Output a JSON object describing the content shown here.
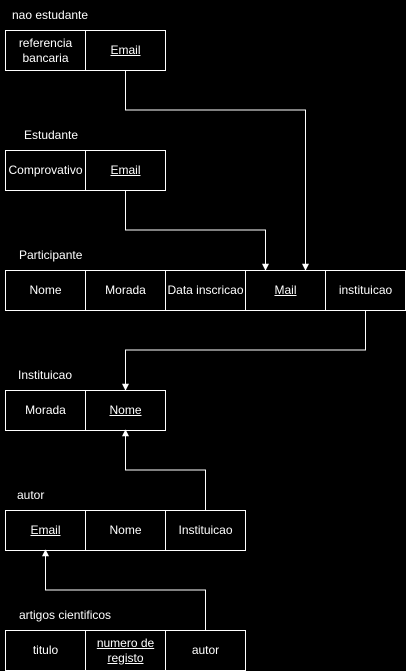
{
  "tables": {
    "nao_estudante": {
      "name": "nao estudante",
      "col1": "referencia bancaria",
      "col2": "Email"
    },
    "estudante": {
      "name": "Estudante",
      "col1": "Comprovativo",
      "col2": "Email"
    },
    "participante": {
      "name": "Participante",
      "col1": "Nome",
      "col2": "Morada",
      "col3": "Data inscricao",
      "col4": "Mail",
      "col5": "instituicao"
    },
    "instituicao": {
      "name": "Instituicao",
      "col1": "Morada",
      "col2": "Nome"
    },
    "autor": {
      "name": "autor",
      "col1": "Email",
      "col2": "Nome",
      "col3": "Instituicao"
    },
    "artigos": {
      "name": "artigos cientificos",
      "col1": "titulo",
      "col2": "numero de registo",
      "col3": "autor"
    }
  },
  "colors": {
    "background": "#000000",
    "stroke": "#ffffff",
    "text": "#ffffff"
  }
}
